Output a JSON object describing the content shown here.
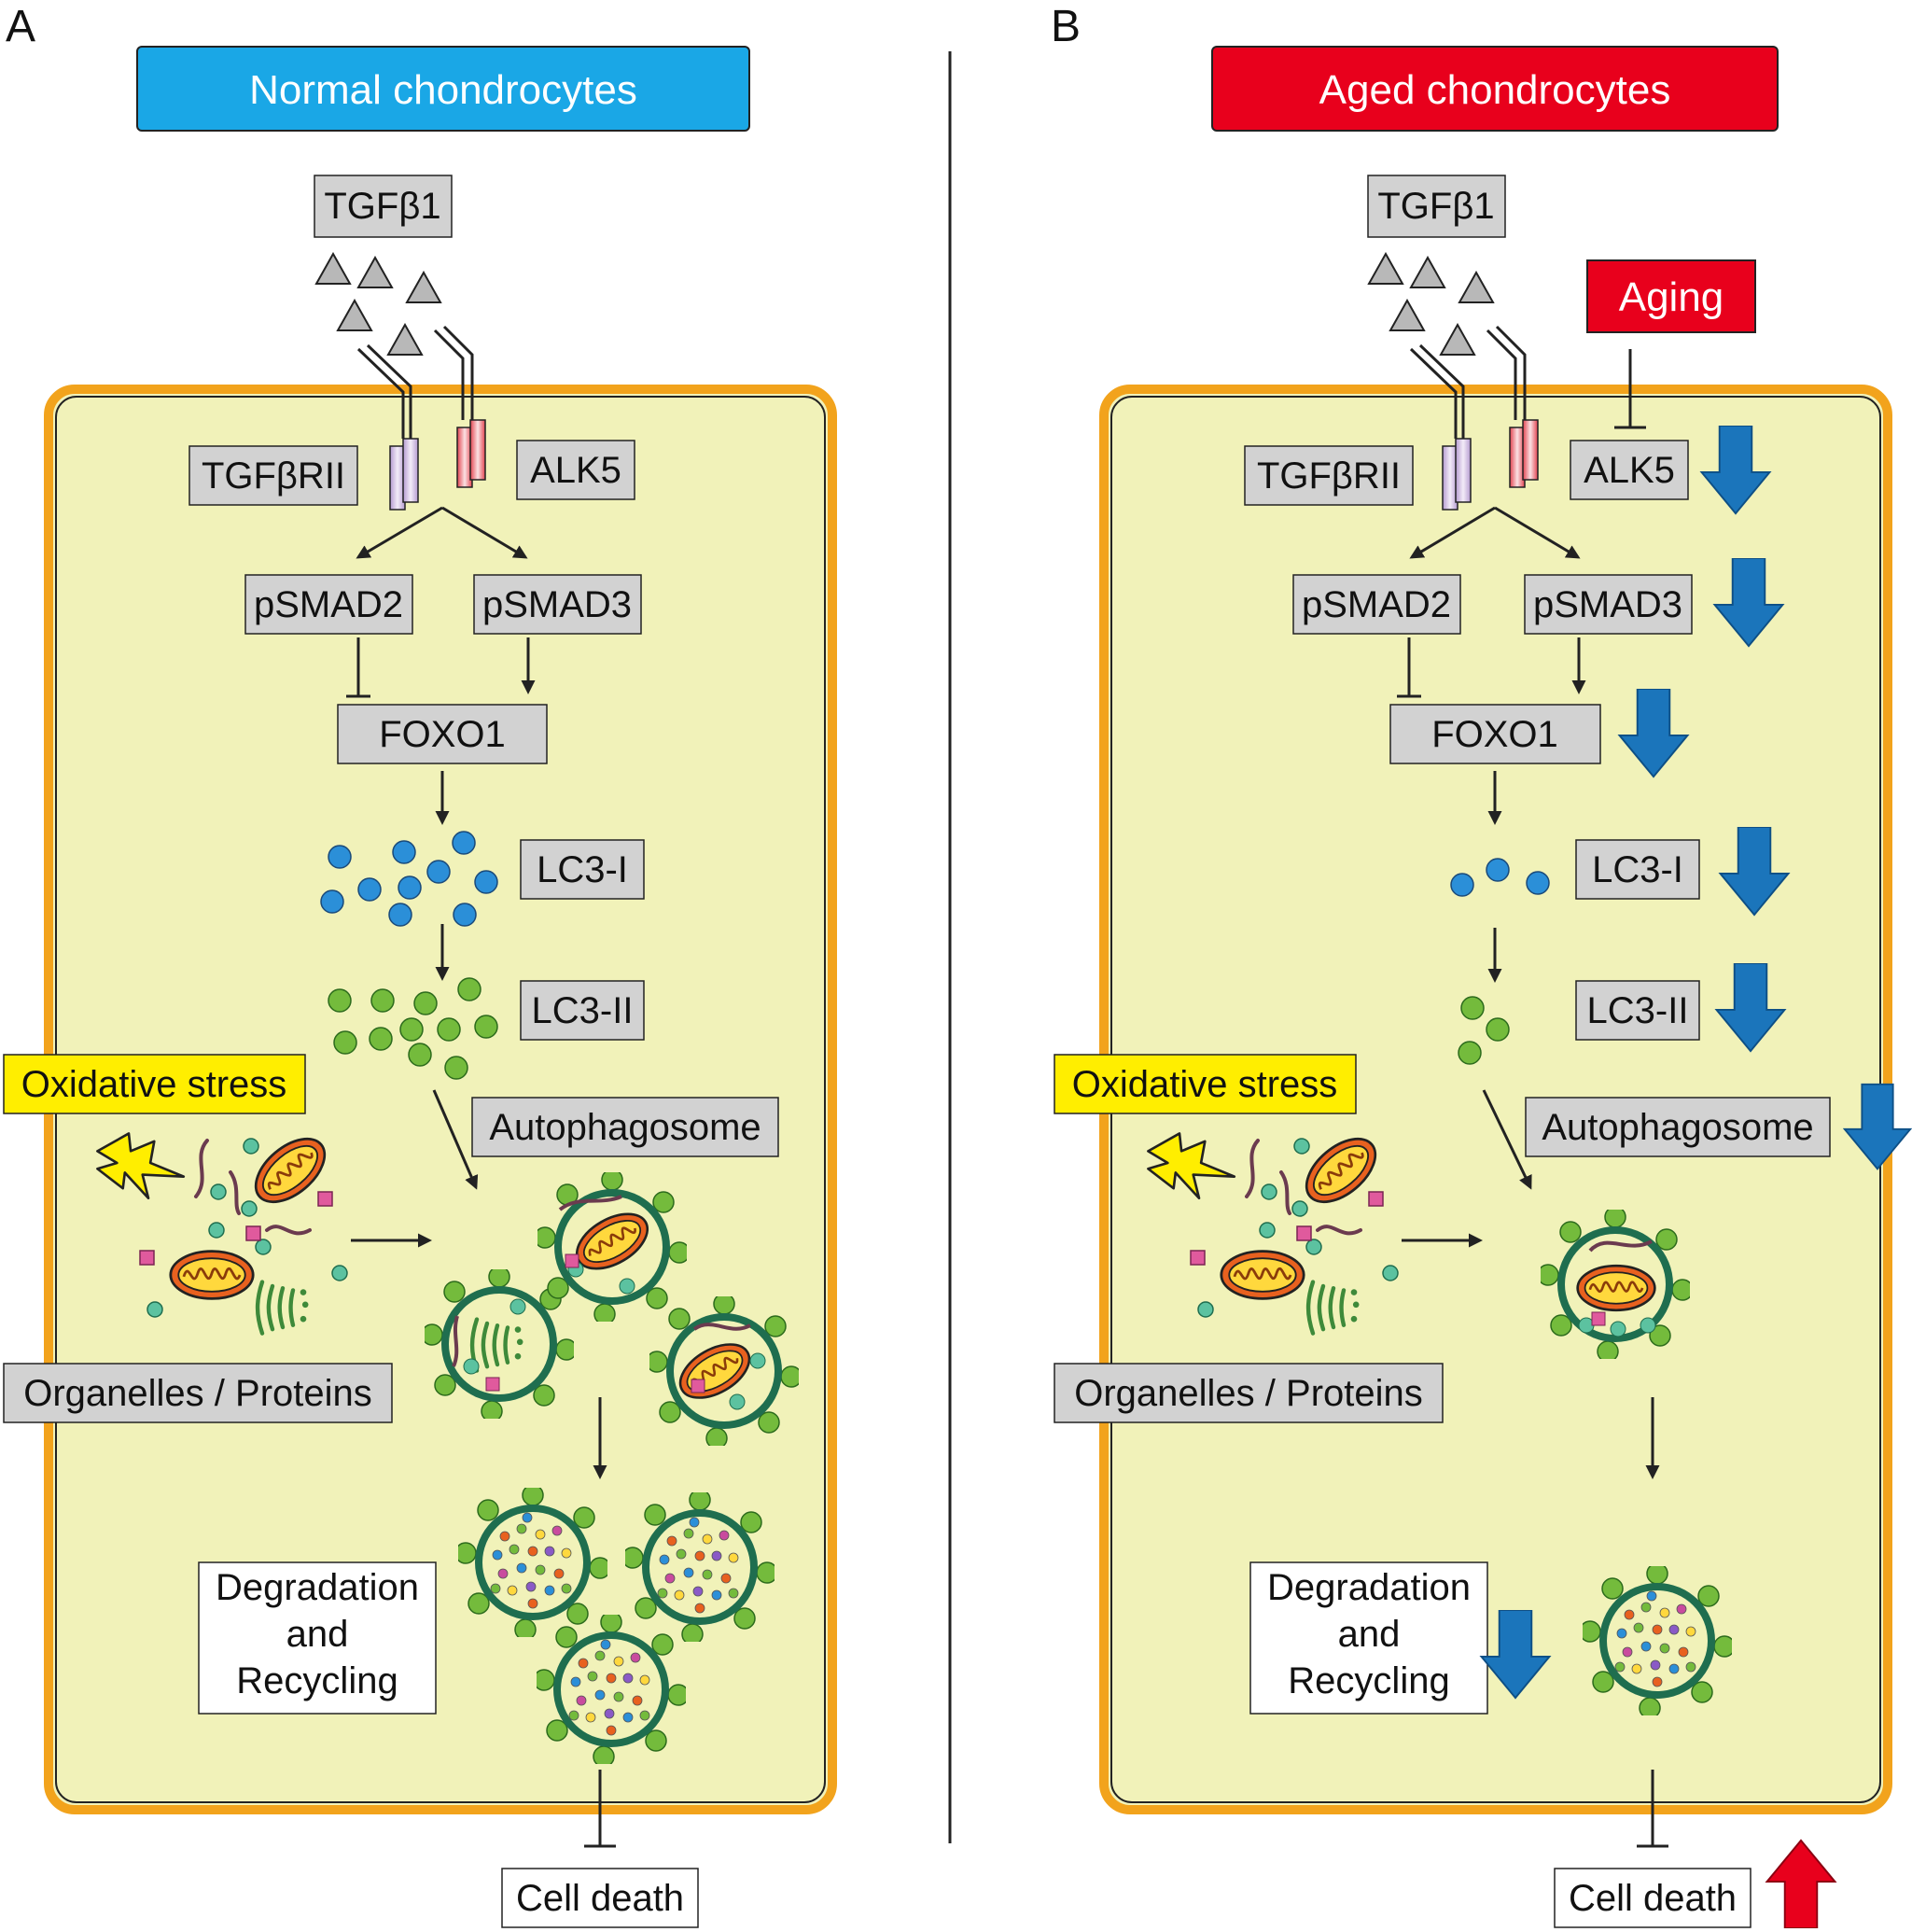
{
  "panels": {
    "A": {
      "letter": "A",
      "title": "Normal chondrocytes",
      "title_color": "#1aa7e6",
      "tgf": "TGFβ1",
      "receptor2": "TGFβRII",
      "alk5": "ALK5",
      "psmad2": "pSMAD2",
      "psmad3": "pSMAD3",
      "foxo1": "FOXO1",
      "lc3i": "LC3-I",
      "lc3ii": "LC3-II",
      "oxidative": "Oxidative stress",
      "autophagosome": "Autophagosome",
      "organelles": "Organelles / Proteins",
      "degradation": [
        "Degradation",
        "and",
        "Recycling"
      ],
      "cell_death": "Cell death"
    },
    "B": {
      "letter": "B",
      "title": "Aged chondrocytes",
      "title_color": "#e8001c",
      "aging": "Aging",
      "tgf": "TGFβ1",
      "receptor2": "TGFβRII",
      "alk5": "ALK5",
      "psmad2": "pSMAD2",
      "psmad3": "pSMAD3",
      "foxo1": "FOXO1",
      "lc3i": "LC3-I",
      "lc3ii": "LC3-II",
      "oxidative": "Oxidative stress",
      "autophagosome": "Autophagosome",
      "organelles": "Organelles / Proteins",
      "degradation": [
        "Degradation",
        "and",
        "Recycling"
      ],
      "cell_death": "Cell death"
    }
  },
  "colors": {
    "cell_fill": "#f1f2b9",
    "cell_border": "#f2a31c",
    "down_arrow": "#1b75bb",
    "up_arrow": "#e8001c",
    "lc3i_dot": "#2b8fd8",
    "lc3ii_dot": "#74bb3c",
    "label_box": "#d2d2d2",
    "oxidative_box": "#ffee00"
  },
  "icons": [
    "tgfb1-ligand-triangle",
    "receptor-icon",
    "lightning-bolt-icon",
    "mitochondrion-icon",
    "golgi-icon",
    "autophagosome-icon",
    "autolysosome-icon",
    "blue-down-arrow",
    "red-up-arrow"
  ]
}
